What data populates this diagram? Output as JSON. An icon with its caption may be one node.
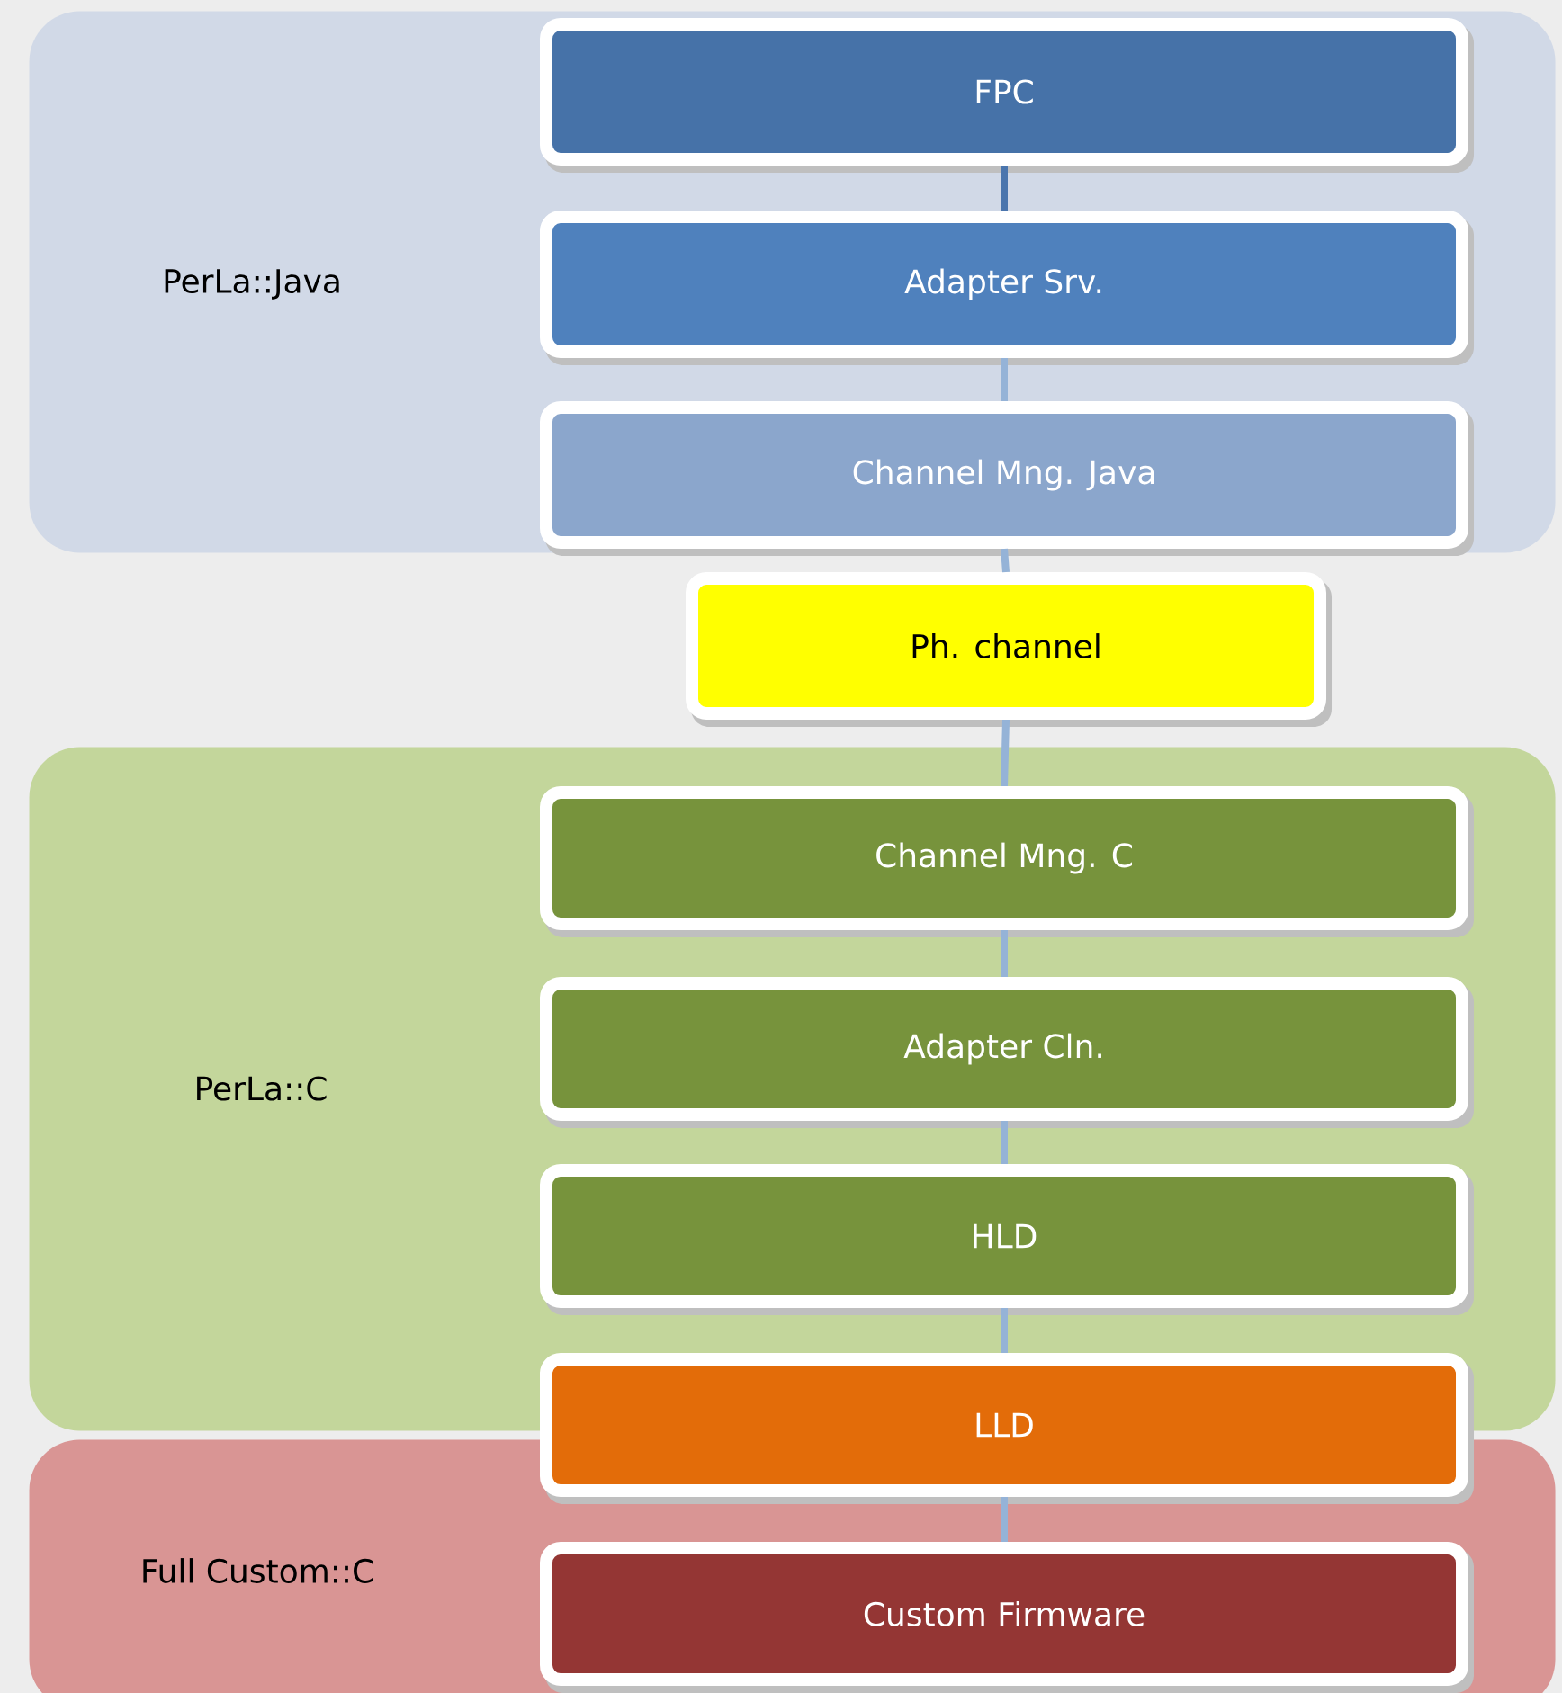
{
  "diagram": {
    "nodes": [
      {
        "text": [
          "PerLa::Java"
        ]
      },
      {
        "text": [
          "FPC"
        ],
        "in": 0
      },
      {
        "text": [
          "Adapter Srv."
        ],
        "in": 0
      },
      {
        "text": [
          "Channel Mng. Java"
        ],
        "in": 0
      },
      {
        "text": [
          "Ph. channel"
        ]
      },
      {
        "text": [
          "PerLa::C"
        ]
      },
      {
        "text": [
          "Channel Mng. C"
        ],
        "in": 5
      },
      {
        "text": [
          "Adapter Cln."
        ],
        "in": 5
      },
      {
        "text": [
          "HLD"
        ],
        "in": 5
      },
      {
        "text": [
          "LLD"
        ]
      },
      {
        "text": [
          "Full Custom::C"
        ]
      },
      {
        "text": [
          "Custom Firmware"
        ],
        "in": 10
      }
    ],
    "edges": [
      {
        "from": 1,
        "to": 2,
        "arrow": "none",
        "color": "#4a75ad"
      },
      {
        "from": 2,
        "to": 3,
        "arrow": "none"
      },
      {
        "from": 3,
        "to": 4,
        "arrow": "none"
      },
      {
        "from": 4,
        "to": 6,
        "arrow": "none"
      },
      {
        "from": 6,
        "to": 7,
        "arrow": "none"
      },
      {
        "from": 7,
        "to": 8,
        "arrow": "none"
      },
      {
        "from": 8,
        "to": 9,
        "arrow": "none"
      },
      {
        "from": 9,
        "to": 11,
        "arrow": "none"
      }
    ]
  }
}
